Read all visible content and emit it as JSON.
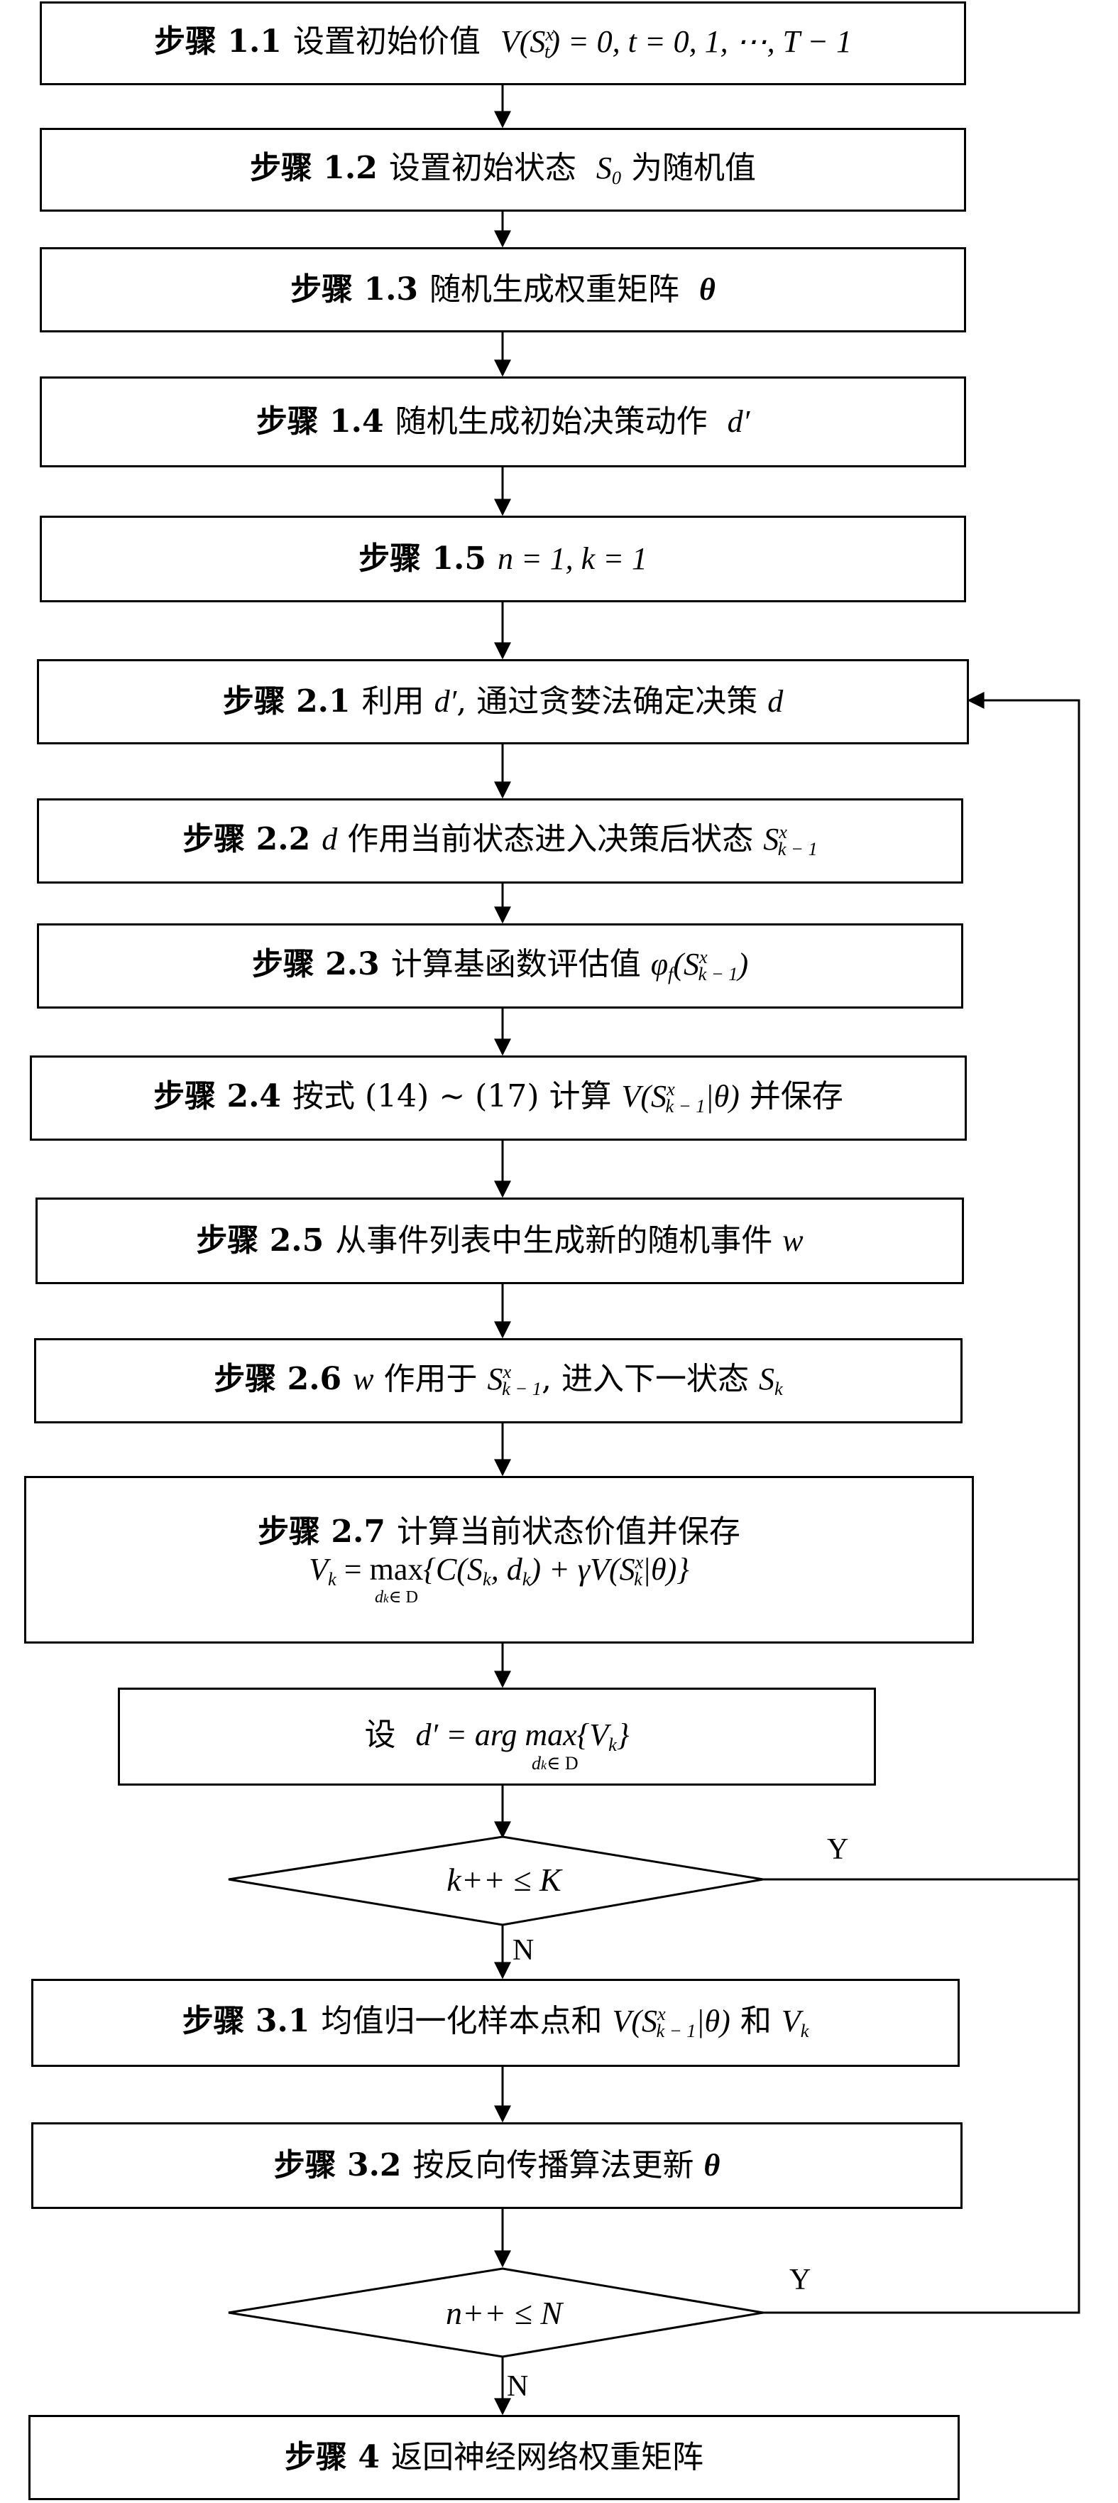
{
  "steps": {
    "s11": {
      "label": "步骤 1.1",
      "text": "设置初始价值",
      "math": "V(S",
      "sup": "x",
      "sub": "t",
      "math2": ") = 0, t = 0, 1, ⋯, T − 1"
    },
    "s12": {
      "label": "步骤 1.2",
      "text": "设置初始状态",
      "math": "S",
      "sub": "0",
      "text2": "为随机值"
    },
    "s13": {
      "label": "步骤 1.3",
      "text": "随机生成权重矩阵",
      "math": "θ"
    },
    "s14": {
      "label": "步骤 1.4",
      "text": "随机生成初始决策动作",
      "math": "d′"
    },
    "s15": {
      "label": "步骤 1.5",
      "math": "n = 1, k = 1"
    },
    "s21": {
      "label": "步骤 2.1",
      "text": "利用",
      "math": "d′",
      "text2": ", 通过贪婪法确定决策",
      "math2": "d"
    },
    "s22": {
      "label": "步骤 2.2",
      "math": "d",
      "text": "作用当前状态进入决策后状态",
      "math2": "S",
      "sup": "x",
      "sub": "k − 1"
    },
    "s23": {
      "label": "步骤 2.3",
      "text": "计算基函数评估值",
      "math": "φ",
      "sub1": "f",
      "math2": "(S",
      "sup": "x",
      "sub": "k − 1",
      "math3": ")"
    },
    "s24": {
      "label": "步骤 2.4",
      "text": "按式 (14) ~ (17) 计算",
      "math": "V(S",
      "sup": "x",
      "sub": "k − 1",
      "math2": "|θ)",
      "text2": "并保存"
    },
    "s25": {
      "label": "步骤 2.5",
      "text": "从事件列表中生成新的随机事件",
      "math": "w"
    },
    "s26": {
      "label": "步骤 2.6",
      "math": "w",
      "text": "作用于",
      "math2": "S",
      "sup": "x",
      "sub": "k − 1",
      "text2": ", 进入下一状态",
      "math3": "S",
      "sub2": "k"
    },
    "s27": {
      "label": "步骤 2.7",
      "text": "计算当前状态价值并保存",
      "f1": "V",
      "f1sub": "k",
      "f2": " = ",
      "f3": "max",
      "f3sub": "d",
      "f3sub2": "k",
      "f3sub3": "∈ D",
      "f4": "{C(S",
      "f4sub": "k",
      "f5": ", d",
      "f5sub": "k",
      "f6": ") + γV(S",
      "f6sup": "x",
      "f6sub": "k",
      "f7": "|θ)}"
    },
    "set": {
      "text": "设",
      "math": "d′ = arg max{V",
      "sub": "k",
      "math2": "}",
      "under": "d",
      "undersub": "k",
      "under2": "∈ D"
    },
    "s31": {
      "label": "步骤 3.1",
      "text": "均值归一化样本点和",
      "math": "V(S",
      "sup": "x",
      "sub": "k − 1",
      "math2": "|θ)",
      "text2": "和",
      "math3": "V",
      "sub2": "k"
    },
    "s32": {
      "label": "步骤 3.2",
      "text": "按反向传播算法更新",
      "math": "θ"
    },
    "s4": {
      "label": "步骤 4",
      "text": "返回神经网络权重矩阵"
    }
  },
  "decisions": {
    "k": {
      "text": "k++ ≤ K",
      "yes": "Y",
      "no": "N"
    },
    "n": {
      "text": "n++ ≤ N",
      "yes": "Y",
      "no": "N"
    }
  }
}
